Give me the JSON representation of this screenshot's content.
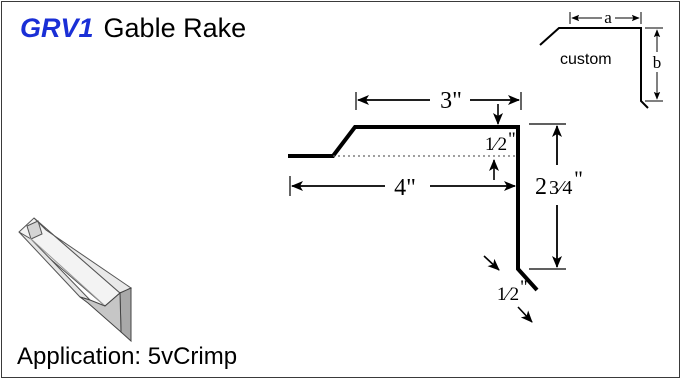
{
  "title": {
    "code": "GRV1",
    "name": "Gable Rake"
  },
  "application": "Application: 5vCrimp",
  "custom_inset": {
    "label": "custom",
    "dim_a": "a",
    "dim_b": "b"
  },
  "dimensions": {
    "top_width": "3\"",
    "full_width": "4\"",
    "height_whole": "2",
    "height_fraction": "3⁄4",
    "height_unit": "\"",
    "step_fraction": "1⁄2",
    "step_unit": "\"",
    "hem_fraction": "1⁄2",
    "hem_unit": "\""
  },
  "colors": {
    "code": "#1a2fd6",
    "line": "#000000",
    "frame": "#3a3a3a"
  }
}
